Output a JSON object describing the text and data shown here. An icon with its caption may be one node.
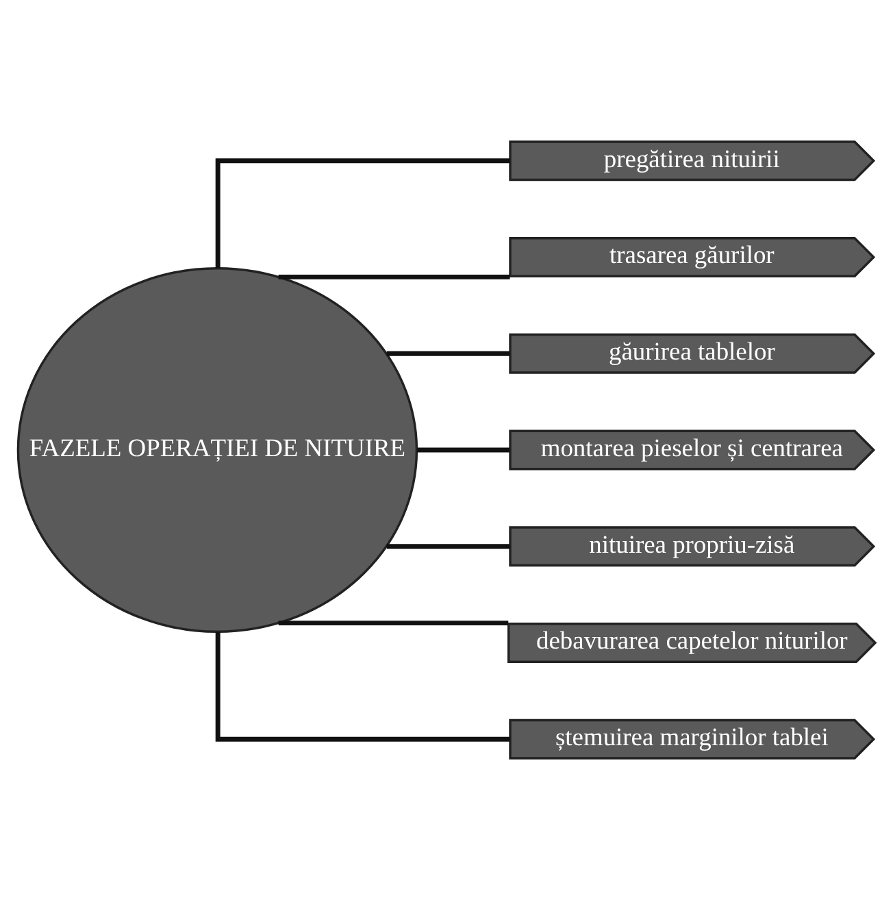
{
  "diagram": {
    "nodes": [
      {
        "text": [
          "FAZELE OPERAȚIEI DE NITUIRE"
        ]
      },
      {
        "text": [
          "pregătirea nituirii"
        ]
      },
      {
        "text": [
          "trasarea găurilor"
        ]
      },
      {
        "text": [
          "găurirea tablelor"
        ]
      },
      {
        "text": [
          "montarea pieselor și centrarea"
        ]
      },
      {
        "text": [
          "nituirea propriu-zisă"
        ]
      },
      {
        "text": [
          "debavurarea capetelor niturilor"
        ]
      },
      {
        "text": [
          "ștemuirea marginilor tablei"
        ]
      }
    ],
    "edges": [
      {
        "from": 0,
        "to": 1,
        "arrow": "none"
      },
      {
        "from": 0,
        "to": 2,
        "arrow": "none"
      },
      {
        "from": 0,
        "to": 3,
        "arrow": "none"
      },
      {
        "from": 0,
        "to": 4,
        "arrow": "none"
      },
      {
        "from": 0,
        "to": 5,
        "arrow": "none"
      },
      {
        "from": 0,
        "to": 6,
        "arrow": "none"
      },
      {
        "from": 0,
        "to": 7,
        "arrow": "none"
      }
    ]
  }
}
